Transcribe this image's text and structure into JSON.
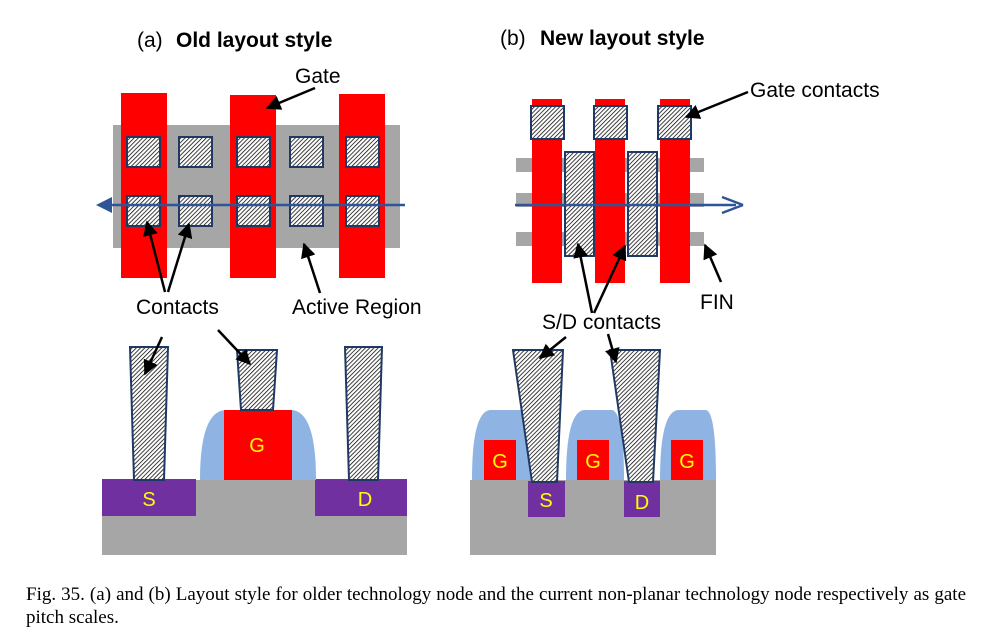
{
  "panel_a": {
    "label": "(a)",
    "title": "Old layout style",
    "labels": {
      "gate": "Gate",
      "contacts": "Contacts",
      "active_region": "Active Region"
    },
    "cross_section": {
      "source": "S",
      "gate": "G",
      "drain": "D"
    }
  },
  "panel_b": {
    "label": "(b)",
    "title": "New layout style",
    "labels": {
      "gate_contacts": "Gate contacts",
      "fin": "FIN",
      "sd_contacts": "S/D contacts"
    },
    "cross_section": {
      "gate1": "G",
      "gate2": "G",
      "gate3": "G",
      "source": "S",
      "drain": "D"
    }
  },
  "colors": {
    "gate": "#ff0000",
    "active": "#a6a6a6",
    "contact_border": "#1f3864",
    "axis": "#2f5597",
    "spacer": "#8fb4e3",
    "sd_region": "#7030a0",
    "tag_text": "#ffff00"
  },
  "caption": "Fig. 35. (a) and (b) Layout style for older technology node and the current non-planar technology node respectively as gate pitch scales."
}
